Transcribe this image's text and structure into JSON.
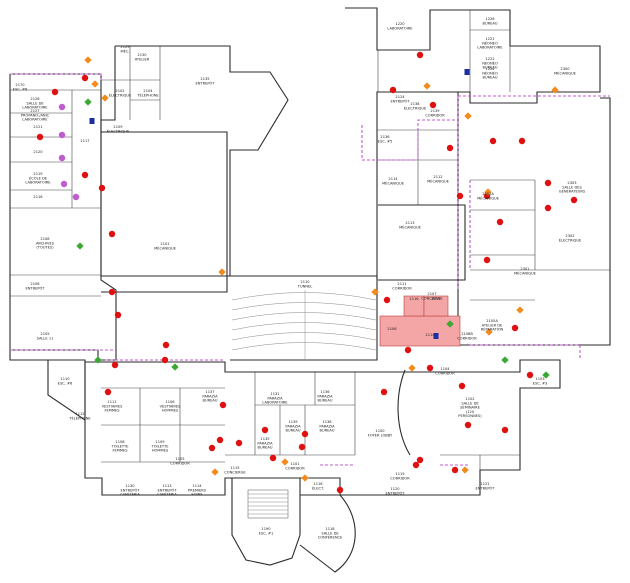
{
  "colors": {
    "wall": "#2b2b2b",
    "highlight_room": "#f4a6a6",
    "extinguisher": "#e01010",
    "alarm": "#f28a1c",
    "first_aid": "#3aa832",
    "exit_route": "#c05bd0",
    "door_marker": "#1a2fa0"
  },
  "rooms": [
    {
      "id": "2129",
      "name": "MÉC."
    },
    {
      "id": "2130",
      "name": "ATELIER"
    },
    {
      "id": "2135",
      "name": "ENTREPÔT"
    },
    {
      "id": "2170",
      "name": "ESC. #6"
    },
    {
      "id": "2102",
      "name": "ÉLECTRIQUE"
    },
    {
      "id": "2104",
      "name": "TÉLÉPHONE"
    },
    {
      "id": "2126",
      "name": "SALLE DE LABORATOIRE"
    },
    {
      "id": "2127",
      "name": "PROPANO./ANIC LABORATOIRE"
    },
    {
      "id": "2121",
      "name": ""
    },
    {
      "id": "2109",
      "name": "ÉLECTRIQUE"
    },
    {
      "id": "2117",
      "name": ""
    },
    {
      "id": "2120",
      "name": ""
    },
    {
      "id": "2119",
      "name": "ÉCOLE DE LABORATOIRE"
    },
    {
      "id": "2118",
      "name": ""
    },
    {
      "id": "2108",
      "name": "ARCHIVES (TOUTES)"
    },
    {
      "id": "2101",
      "name": "MÉCANIQUE"
    },
    {
      "id": "2106",
      "name": "ENTREPÔT"
    },
    {
      "id": "2105",
      "name": "SALLE 11"
    },
    {
      "id": "2110",
      "name": "TUNNEL"
    },
    {
      "id": "1220",
      "name": "LABORATOIRE"
    },
    {
      "id": "1226",
      "name": "BUREAU"
    },
    {
      "id": "1221",
      "name": "NÉONÉO LABORATOIRE"
    },
    {
      "id": "1224",
      "name": "NÉONÉO BUREAU"
    },
    {
      "id": "1222",
      "name": "NÉONÉO BUREAU"
    },
    {
      "id": "2300",
      "name": "MÉCANIQUE"
    },
    {
      "id": "2124",
      "name": "ENTREPÔT"
    },
    {
      "id": "2138",
      "name": "ÉLECTRIQUE"
    },
    {
      "id": "2136",
      "name": "ESC. #5"
    },
    {
      "id": "2139",
      "name": "CORRIDOR"
    },
    {
      "id": "2114",
      "name": "MÉCANIQUE"
    },
    {
      "id": "2112",
      "name": "MÉCANIQUE"
    },
    {
      "id": "2113",
      "name": "MÉCANIQUE"
    },
    {
      "id": "2301",
      "name": "MÉCANIQUE"
    },
    {
      "id": "2303",
      "name": "SALLE DES GÉNÉRATEURS"
    },
    {
      "id": "2302",
      "name": "ÉLECTRIQUE"
    },
    {
      "id": "2111",
      "name": "CORRIDOR"
    },
    {
      "id": "2107",
      "name": "CONCIERGE"
    },
    {
      "id": "2301A",
      "name": "MÉCANIQUE"
    },
    {
      "id": "2105A",
      "name": "ATELIER DE RÉPARATION"
    },
    {
      "id": "2108B",
      "name": "CORRIDOR"
    },
    {
      "id": "1111",
      "name": "VESTIAIRES FEMMES"
    },
    {
      "id": "1106",
      "name": "VESTIAIRES HOMMES"
    },
    {
      "id": "1112",
      "name": "TÉLÉPHONE"
    },
    {
      "id": "1110",
      "name": "ESC. #6"
    },
    {
      "id": "1108",
      "name": "TOILETTE FEMMES"
    },
    {
      "id": "1109",
      "name": "TOILETTE HOMMES"
    },
    {
      "id": "1131",
      "name": "PARAZIA LABORATOIRE"
    },
    {
      "id": "1137",
      "name": "PARAZIA BUREAU"
    },
    {
      "id": "1136",
      "name": "PARAZIA BUREAU"
    },
    {
      "id": "1139",
      "name": "PARAZIA BUREAU"
    },
    {
      "id": "1135",
      "name": "PARAZIA BUREAU"
    },
    {
      "id": "1138",
      "name": "PARAZIA BUREAU"
    },
    {
      "id": "1130",
      "name": "ENTREPÔT CAFÉTÉRIA"
    },
    {
      "id": "1113",
      "name": "ENTREPÔT CAFÉTÉRIA"
    },
    {
      "id": "1114",
      "name": "PREMIERS SOINS"
    },
    {
      "id": "1115",
      "name": "CONCIERGE"
    },
    {
      "id": "1101",
      "name": "CORRIDOR"
    },
    {
      "id": "1190",
      "name": "ESC. #1"
    },
    {
      "id": "1116",
      "name": "ÉLECT."
    },
    {
      "id": "1118",
      "name": "SALLE DE CONFÉRENCE"
    },
    {
      "id": "1100",
      "name": "FOYER LOBBY"
    },
    {
      "id": "1102",
      "name": "SALLE DE SÉMINAIRE (120 PERSONNES)"
    },
    {
      "id": "1119",
      "name": "CORRIDOR"
    },
    {
      "id": "1120",
      "name": "ENTREPÔT"
    },
    {
      "id": "1121",
      "name": "ENTREPÔT"
    },
    {
      "id": "1103",
      "name": "ESC. #3"
    },
    {
      "id": "1104",
      "name": "CORRIDOR"
    },
    {
      "id": "1105",
      "name": "CORRIDOR"
    }
  ],
  "highlighted_rooms": [
    {
      "id": "2106",
      "name": ""
    },
    {
      "id": "2116",
      "name": ""
    },
    {
      "id": "2115",
      "name": ""
    },
    {
      "id": "2114",
      "name": ""
    }
  ]
}
